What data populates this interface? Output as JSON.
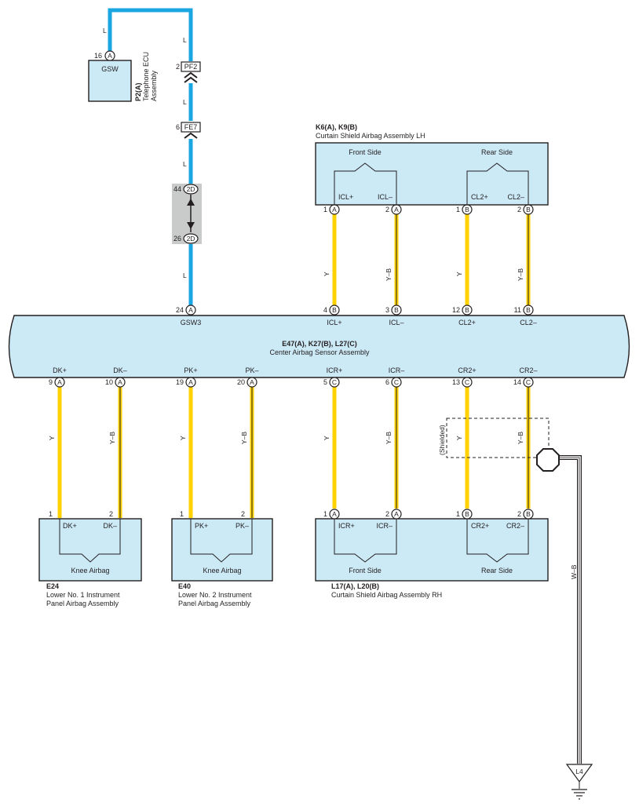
{
  "telephone_ecu": {
    "code": "P2(A)",
    "name_line1": "Telephone ECU",
    "name_line2": "Assembly",
    "box_label": "GSW",
    "pin_no": "16",
    "pin_letter": "A"
  },
  "connectors": {
    "pf2": {
      "pin": "2",
      "label": "PF2"
    },
    "fe7": {
      "pin": "6",
      "label": "FE7"
    },
    "j2d_top": {
      "pin": "44",
      "label": "2D"
    },
    "j2d_bottom": {
      "pin": "26",
      "label": "2D"
    }
  },
  "wire_colors": {
    "l": "L",
    "y": "Y",
    "yb": "Y–B",
    "wb": "W–B"
  },
  "curtain_lh": {
    "code": "K6(A), K9(B)",
    "name": "Curtain Shield Airbag Assembly LH",
    "front": "Front Side",
    "rear": "Rear Side",
    "terminals": [
      "ICL+",
      "ICL–",
      "CL2+",
      "CL2–"
    ],
    "pins": [
      {
        "no": "1",
        "letter": "A"
      },
      {
        "no": "2",
        "letter": "A"
      },
      {
        "no": "1",
        "letter": "B"
      },
      {
        "no": "2",
        "letter": "B"
      }
    ]
  },
  "center_sensor": {
    "code": "E47(A), K27(B), L27(C)",
    "name": "Center Airbag Sensor Assembly",
    "top_pins": [
      {
        "no": "24",
        "letter": "A",
        "label": "GSW3"
      },
      {
        "no": "4",
        "letter": "B",
        "label": "ICL+"
      },
      {
        "no": "3",
        "letter": "B",
        "label": "ICL–"
      },
      {
        "no": "12",
        "letter": "B",
        "label": "CL2+"
      },
      {
        "no": "11",
        "letter": "B",
        "label": "CL2–"
      }
    ],
    "bottom_pins": [
      {
        "no": "9",
        "letter": "A",
        "label": "DK+"
      },
      {
        "no": "10",
        "letter": "A",
        "label": "DK–"
      },
      {
        "no": "19",
        "letter": "A",
        "label": "PK+"
      },
      {
        "no": "20",
        "letter": "A",
        "label": "PK–"
      },
      {
        "no": "5",
        "letter": "C",
        "label": "ICR+"
      },
      {
        "no": "6",
        "letter": "C",
        "label": "ICR–"
      },
      {
        "no": "13",
        "letter": "C",
        "label": "CR2+"
      },
      {
        "no": "14",
        "letter": "C",
        "label": "CR2–"
      }
    ]
  },
  "knee_e24": {
    "code": "E24",
    "name_line1": "Lower No. 1 Instrument",
    "name_line2": "Panel Airbag Assembly",
    "inner": "Knee Airbag",
    "terminals": [
      "DK+",
      "DK–"
    ],
    "pins": [
      "1",
      "2"
    ]
  },
  "knee_e40": {
    "code": "E40",
    "name_line1": "Lower No. 2 Instrument",
    "name_line2": "Panel Airbag Assembly",
    "inner": "Knee Airbag",
    "terminals": [
      "PK+",
      "PK–"
    ],
    "pins": [
      "1",
      "2"
    ]
  },
  "curtain_rh": {
    "code": "L17(A), L20(B)",
    "name": "Curtain Shield Airbag Assembly RH",
    "front": "Front Side",
    "rear": "Rear Side",
    "terminals": [
      "ICR+",
      "ICR–",
      "CR2+",
      "CR2–"
    ],
    "pins": [
      {
        "no": "1",
        "letter": "A"
      },
      {
        "no": "2",
        "letter": "A"
      },
      {
        "no": "1",
        "letter": "B"
      },
      {
        "no": "2",
        "letter": "B"
      }
    ]
  },
  "shielded_label": "(Shielded)",
  "ground_label": "L4"
}
